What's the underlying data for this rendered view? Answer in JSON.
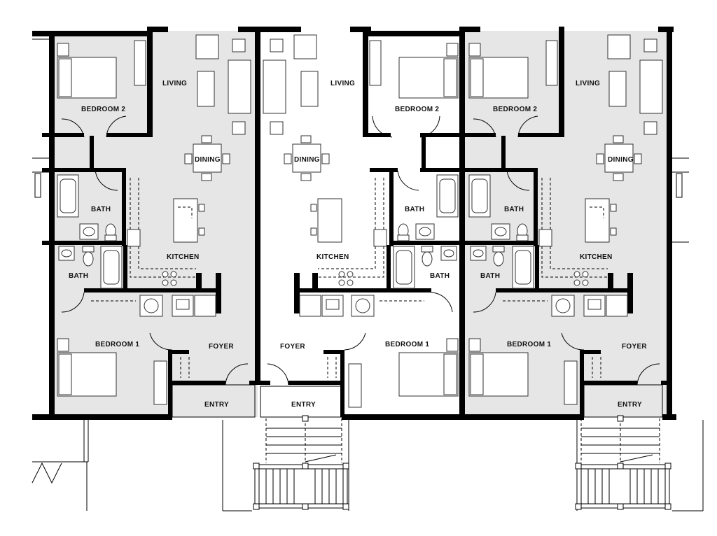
{
  "rooms": {
    "u1": {
      "bedroom2": "BEDROOM 2",
      "living": "LIVING",
      "dining": "DINING",
      "bath_upper": "BATH",
      "kitchen": "KITCHEN",
      "bath_lower": "BATH",
      "bedroom1": "BEDROOM 1",
      "foyer": "FOYER",
      "entry": "ENTRY"
    },
    "u2": {
      "living": "LIVING",
      "bedroom2": "BEDROOM 2",
      "dining": "DINING",
      "bath_upper": "BATH",
      "kitchen": "KITCHEN",
      "bath_lower": "BATH",
      "foyer": "FOYER",
      "bedroom1": "BEDROOM 1",
      "entry": "ENTRY"
    },
    "u3": {
      "bedroom2": "BEDROOM 2",
      "living": "LIVING",
      "dining": "DINING",
      "bath_upper": "BATH",
      "kitchen": "KITCHEN",
      "bath_lower": "BATH",
      "bedroom1": "BEDROOM 1",
      "foyer": "FOYER",
      "entry": "ENTRY"
    }
  },
  "colors": {
    "shaded_floor": "#e6e6e6",
    "white_floor": "#ffffff",
    "wall": "#000000",
    "fixture_line": "#333333"
  }
}
